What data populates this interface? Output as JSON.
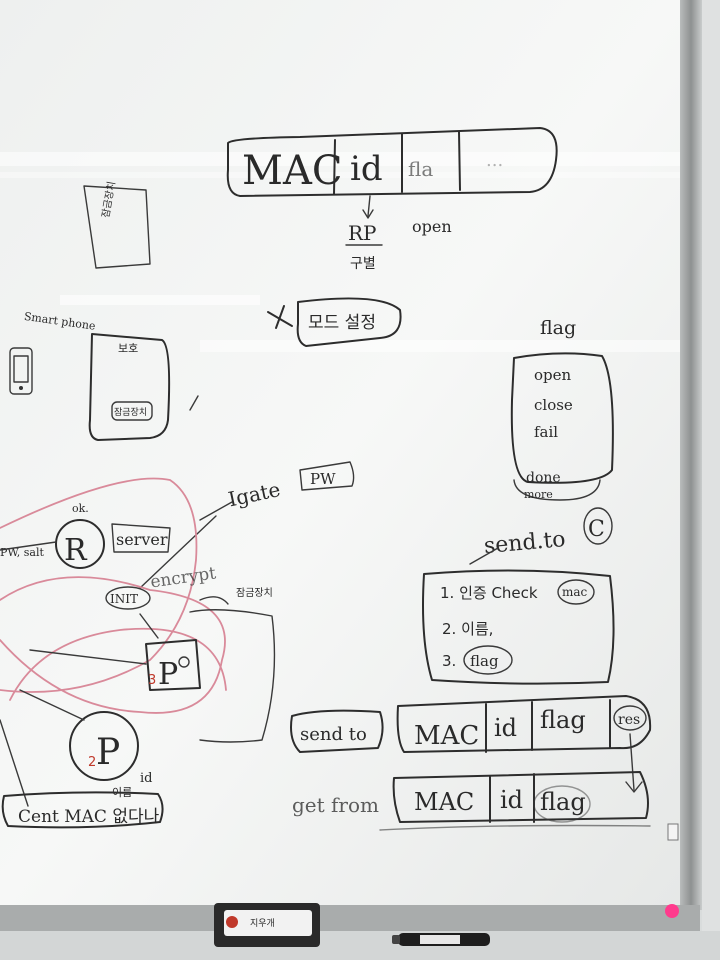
{
  "top_record": {
    "mac": "MAC",
    "id": "id",
    "flag_partial": "fla",
    "faint": "..."
  },
  "rp_label": "RP",
  "rp_sub": "구별",
  "open_label": "open",
  "left_box_label": "잠금장치",
  "smartphone_label": "Smart phone",
  "phone_box_labels": [
    "보호",
    "잠금장치"
  ],
  "setting_box": "모드 설정",
  "flag_title": "flag",
  "flag_items": [
    "open",
    "close",
    "fail",
    "done",
    "more"
  ],
  "igate_label": "Igate",
  "pw_label": "PW",
  "ok_label": "ok.",
  "r_node": "R",
  "server_label": "server",
  "pw_salt_label": "PW, salt",
  "init_label": "INIT",
  "encrypt_label": "encrypt",
  "lock_label": "잠금장치",
  "p_node": "P",
  "p_num_3": "3",
  "p_num_2": "2",
  "p_small": "id",
  "move_label": "이름",
  "cent_label": "Cent MAC 없다나",
  "send_to_c": "send.to",
  "c_label": "C",
  "check_list": {
    "item1": "1. 인증 Check",
    "item1_circle": "mac",
    "item2": "2. 이름,",
    "item3_num": "3.",
    "item3_circle": "flag"
  },
  "send_to_row": {
    "label": "send to",
    "cells": [
      "MAC",
      "id",
      "flag"
    ],
    "extra": "res"
  },
  "get_from_row": {
    "label": "get from",
    "cells": [
      "MAC",
      "id",
      "flag"
    ]
  },
  "eraser_label": "지우개"
}
